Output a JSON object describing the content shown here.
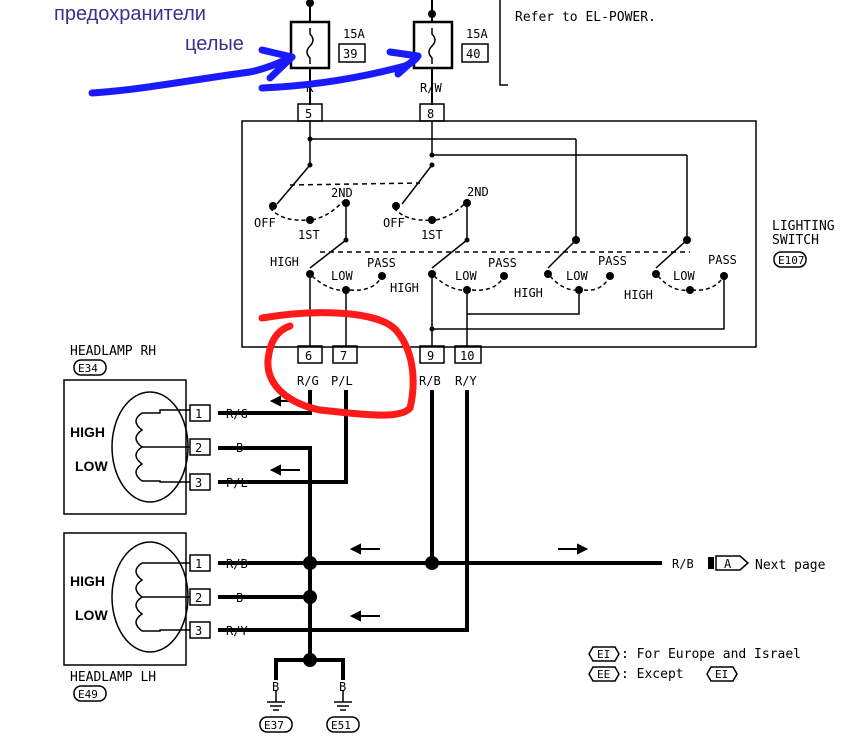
{
  "annotation": {
    "line1": "предохранители",
    "line2": "целые",
    "arrow_color": "#1a1aff",
    "circle_color": "#ff1a1a"
  },
  "note": "Refer to EL-POWER.",
  "fuses": [
    {
      "rating": "15A",
      "number": "39",
      "wire": "R"
    },
    {
      "rating": "15A",
      "number": "40",
      "wire": "R/W"
    }
  ],
  "switch": {
    "title_line1": "LIGHTING",
    "title_line2": "SWITCH",
    "code": "E107",
    "pin_top_left": "5",
    "pin_top_right": "8",
    "off": "OFF",
    "first": "1ST",
    "second": "2ND",
    "high": "HIGH",
    "low": "LOW",
    "pass": "PASS",
    "pins_bottom": [
      "6",
      "7",
      "9",
      "10"
    ],
    "wires_bottom": [
      "R/G",
      "P/L",
      "R/B",
      "R/Y"
    ]
  },
  "headlamp_rh": {
    "title": "HEADLAMP RH",
    "code": "E34",
    "high": "HIGH",
    "low": "LOW",
    "pins": [
      "1",
      "2",
      "3"
    ],
    "wires": [
      "R/G",
      "B",
      "P/L"
    ]
  },
  "headlamp_lh": {
    "title": "HEADLAMP LH",
    "code": "E49",
    "high": "HIGH",
    "low": "LOW",
    "pins": [
      "1",
      "2",
      "3"
    ],
    "wires": [
      "R/B",
      "B",
      "R/Y"
    ]
  },
  "next_page": {
    "wire": "R/B",
    "ref": "A",
    "label": "Next page"
  },
  "grounds": [
    {
      "wire": "B",
      "code": "E37"
    },
    {
      "wire": "B",
      "code": "E51"
    }
  ],
  "legend": [
    {
      "code": "EI",
      "text": ": For Europe and Israel"
    },
    {
      "code": "EE",
      "text": ": Except",
      "ref": "EI"
    }
  ]
}
